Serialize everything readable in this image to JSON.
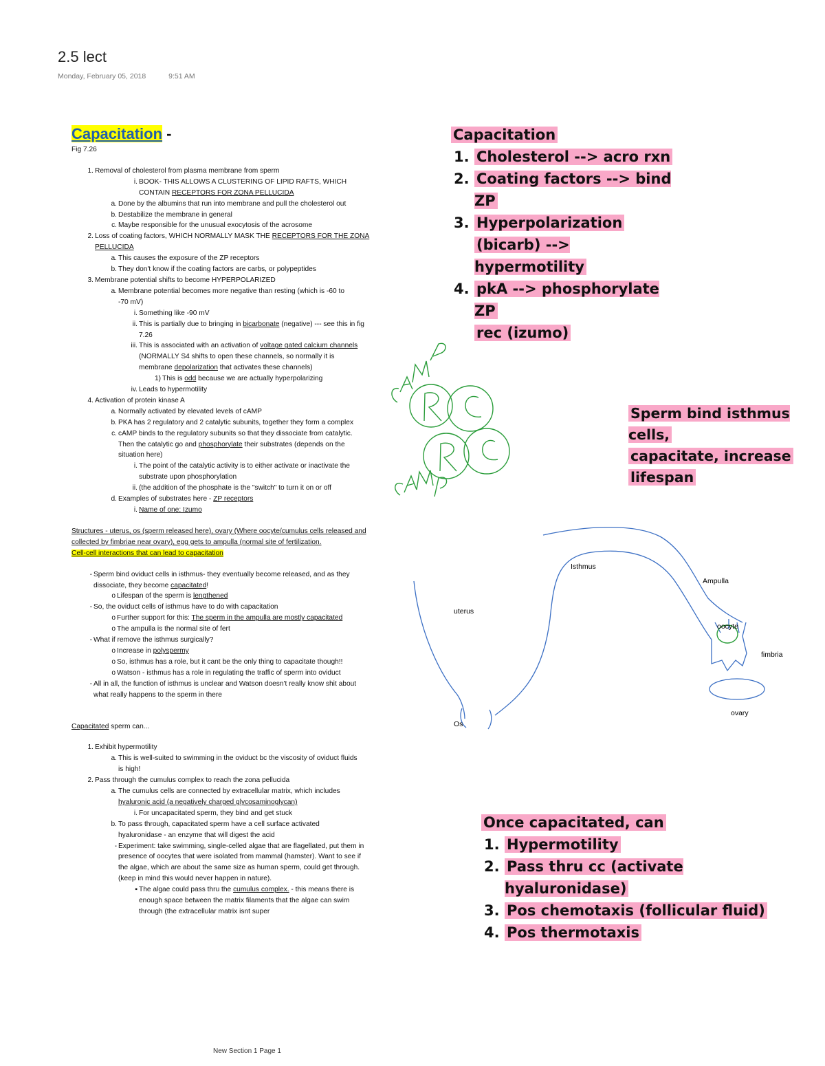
{
  "page": {
    "title": "2.5 lect",
    "date": "Monday, February 05, 2018",
    "time": "9:51 AM",
    "footer": "New Section 1 Page 1"
  },
  "notes": {
    "heading": "Capacitation",
    "heading_suffix": " -",
    "fig": "Fig 7.26",
    "s1": {
      "n": "1.",
      "text": "Removal of cholesterol from plasma membrane from sperm",
      "i_n": "i.",
      "i_text": "BOOK- THIS ALLOWS A CLUSTERING OF LIPID RAFTS, WHICH CONTAIN ",
      "i_u": "RECEPTORS FOR ZONA PELLUCIDA",
      "a_n": "a.",
      "a": "Done by the albumins that run into membrane and pull the cholesterol out",
      "b_n": "b.",
      "b": "Destabilize the membrane in general",
      "c_n": "c.",
      "c": "Maybe responsible for the unusual exocytosis of the acrosome"
    },
    "s2": {
      "n": "2.",
      "text": "Loss of coating factors, WHICH NORMALLY MASK THE ",
      "u": "RECEPTORS FOR THE ZONA PELLUCIDA",
      "a_n": "a.",
      "a": "This causes the exposure of the ZP receptors",
      "b_n": "b.",
      "b": "They don't know if the coating factors are carbs, or polypeptides"
    },
    "s3": {
      "n": "3.",
      "text": "Membrane potential shifts to become HYPERPOLARIZED",
      "a_n": "a.",
      "a": "Membrane potential becomes more negative than resting (which is -60 to -70 mV)",
      "i_n": "i.",
      "i": "Something like -90 mV",
      "ii_n": "ii.",
      "ii_a": "This is partially due to bringing in ",
      "ii_u": "bicarbonate",
      "ii_b": " (negative) --- see this in fig 7.26",
      "iii_n": "iii.",
      "iii_a": "This is associated with an activation of ",
      "iii_u": "voltage gated calcium channels",
      "iii_b": " (NORMALLY S4 shifts to open these channels, so normally it is membrane ",
      "iii_u2": "depolarization",
      "iii_c": " that activates these channels)",
      "one_n": "1)",
      "one_a": "This is ",
      "one_u": "odd",
      "one_b": " because we are actually hyperpolarizing",
      "iv_n": "iv.",
      "iv": "Leads to hypermotility"
    },
    "s4": {
      "n": "4.",
      "text": "Activation of protein kinase A",
      "a_n": "a.",
      "a": "Normally activated by elevated levels of cAMP",
      "b_n": "b.",
      "b": "PKA has 2 regulatory and 2 catalytic subunits, together they form a complex",
      "c_n": "c.",
      "c_a": "cAMP binds to the regulatory subunits so that they dissociate from catalytic. Then the catalytic go and ",
      "c_u": "phosphorylate",
      "c_b": " their substrates (depends on the situation here)",
      "i_n": "i.",
      "i": "The point of the catalytic activity is to either activate or inactivate the substrate upon phosphorylation",
      "ii_n": "ii.",
      "ii": "(the addition of the phosphate is the \"switch\" to turn it on or off",
      "d_n": "d.",
      "d_a": "Examples of substrates here - ",
      "d_u": "ZP receptors",
      "d_i_n": "i.",
      "d_i": "Name of one: Izumo"
    },
    "structures": "Structures - uterus, os (sperm released here), ovary (Where oocyte/cumulus cells released and collected by fimbriae near ovary), egg gets to ampulla (normal site of fertilization.",
    "cellcell": "Cell-cell interactions that can lead to capacitation",
    "bullets": {
      "dash": "-",
      "circ": "o",
      "b1_a": "Sperm bind oviduct cells in isthmus- they eventually become released, and as they dissociate, they become ",
      "b1_u": "capacitated",
      "b1_b": "!",
      "b1_o_a": "Lifespan of the sperm is ",
      "b1_o_u": "lengthened",
      "b2": "So, the oviduct cells of isthmus have to do with capacitation",
      "b2_o1_a": "Further support for this: ",
      "b2_o1_u": "The sperm in the ampulla are mostly capacitated",
      "b2_o2": "The ampulla is the normal site of fert",
      "b3": "What if remove the isthmus surgically?",
      "b3_o1_a": "Increase in ",
      "b3_o1_u": "polyspermy",
      "b3_o2": "So, isthmus has a role, but it cant be the only thing to capacitate though!!",
      "b3_o3": "Watson - isthmus has a role in regulating the traffic of sperm into oviduct",
      "b4": "All in all, the function of isthmus is unclear and Watson doesn't really know shit about what really happens to the sperm in there"
    },
    "cap_sperm": {
      "u": "Capacitated",
      "rest": " sperm can..."
    },
    "s5": {
      "n": "1.",
      "text": "Exhibit hypermotility",
      "a_n": "a.",
      "a": "This is well-suited to swimming in the oviduct bc the viscosity of oviduct fluids is high!"
    },
    "s6": {
      "n": "2.",
      "text": "Pass through the cumulus complex to reach the zona pellucida",
      "a_n": "a.",
      "a_a": "The cumulus cells are connected by extracellular matrix, which includes ",
      "a_u": "hyaluronic acid (a negatively charged glycosaminoglycan)",
      "i_n": "i.",
      "i": "For uncapacitated sperm, they bind and get stuck",
      "b_n": "b.",
      "b": "To pass through, capacitated sperm have a cell surface activated hyaluronidase - an enzyme that will digest the acid",
      "dash": "-",
      "exp": "Experiment: take swimming, single-celled algae that are flagellated, put them in presence of oocytes that were isolated from mammal (hamster). Want to see if the algae, which are about the same size as human sperm, could get through. (keep in mind this would never happen in nature).",
      "sq": "▪",
      "sq_a": "The algae could pass thru the ",
      "sq_u": "cumulus complex.",
      "sq_b": " - this means there is enough space between the matrix filaments that the algae can swim through (the extracellular matrix isnt super"
    }
  },
  "summary_capacitation": {
    "title": "Capacitation",
    "items": [
      {
        "n": "1.",
        "text": "Cholesterol --> acro rxn"
      },
      {
        "n": "2.",
        "text": "Coating factors --> bind ZP"
      },
      {
        "n": "3.",
        "line1": "Hyperpolarization",
        "line2": "(bicarb) --> hypermotility"
      },
      {
        "n": "4.",
        "line1": "pkA --> phosphorylate ZP",
        "line2": "rec (izumo)"
      }
    ]
  },
  "sperm_bind": {
    "l1": "Sperm bind isthmus cells,",
    "l2": "capacitate, increase",
    "l3": "lifespan"
  },
  "once_capacitated": {
    "title": "Once capacitated, can",
    "items": [
      {
        "n": "1.",
        "text": "Hypermotility"
      },
      {
        "n": "2.",
        "text": "Pass thru cc (activate hyaluronidase)"
      },
      {
        "n": "3.",
        "text": "Pos chemotaxis (follicular fluid)"
      },
      {
        "n": "4.",
        "text": "Pos thermotaxis"
      }
    ]
  },
  "diagram_labels": {
    "isthmus": "Isthmus",
    "ampulla": "Ampulla",
    "uterus": "uterus",
    "oocyte": "oocyte",
    "fimbria": "fimbria",
    "os": "Os",
    "ovary": "ovary"
  },
  "colors": {
    "pink_highlight": "#f9a8c8",
    "yellow_highlight": "#ffff00",
    "ink_green": "#2a9d3a",
    "ink_blue": "#3b6fc4",
    "heading_blue": "#1f5fad"
  }
}
